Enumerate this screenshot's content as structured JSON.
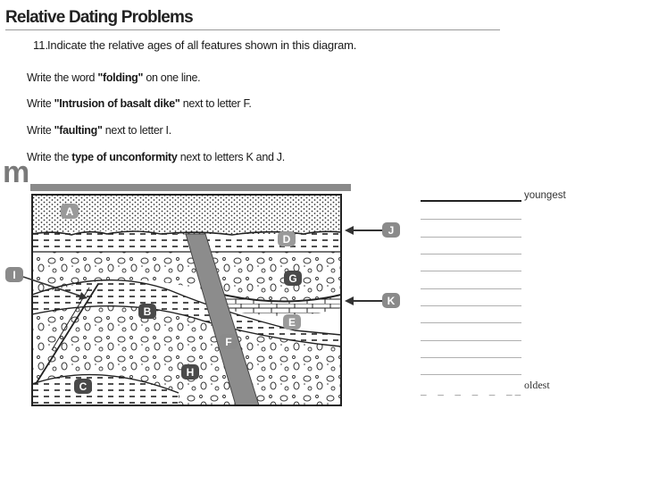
{
  "title": "Relative Dating Problems",
  "question": {
    "number": "11.",
    "text": "Indicate the relative ages of all features shown in this diagram."
  },
  "instructions": [
    {
      "pre": "Write the word ",
      "bold": "\"folding\"",
      "post": " on one line."
    },
    {
      "pre": "Write ",
      "bold": "\"Intrusion of basalt dike\"",
      "post": " next to letter F."
    },
    {
      "pre": "Write ",
      "bold": "\"faulting\"",
      "post": " next to letter I."
    },
    {
      "pre": "Write the ",
      "bold": "type of unconformity",
      "post": " next to letters K and J."
    }
  ],
  "watermark_letter": "m",
  "diagram": {
    "labels": [
      "A",
      "B",
      "C",
      "D",
      "E",
      "F",
      "G",
      "H",
      "I",
      "J",
      "K"
    ]
  },
  "answers": {
    "top_label": "youngest",
    "bottom_label": "oldest",
    "dash_text": "_ _ _ _ _ __",
    "line_count": 11
  },
  "colors": {
    "marker_fill": "#4a4a4a",
    "dike_fill": "#8c8c8c",
    "bar": "#8a8a8a"
  }
}
